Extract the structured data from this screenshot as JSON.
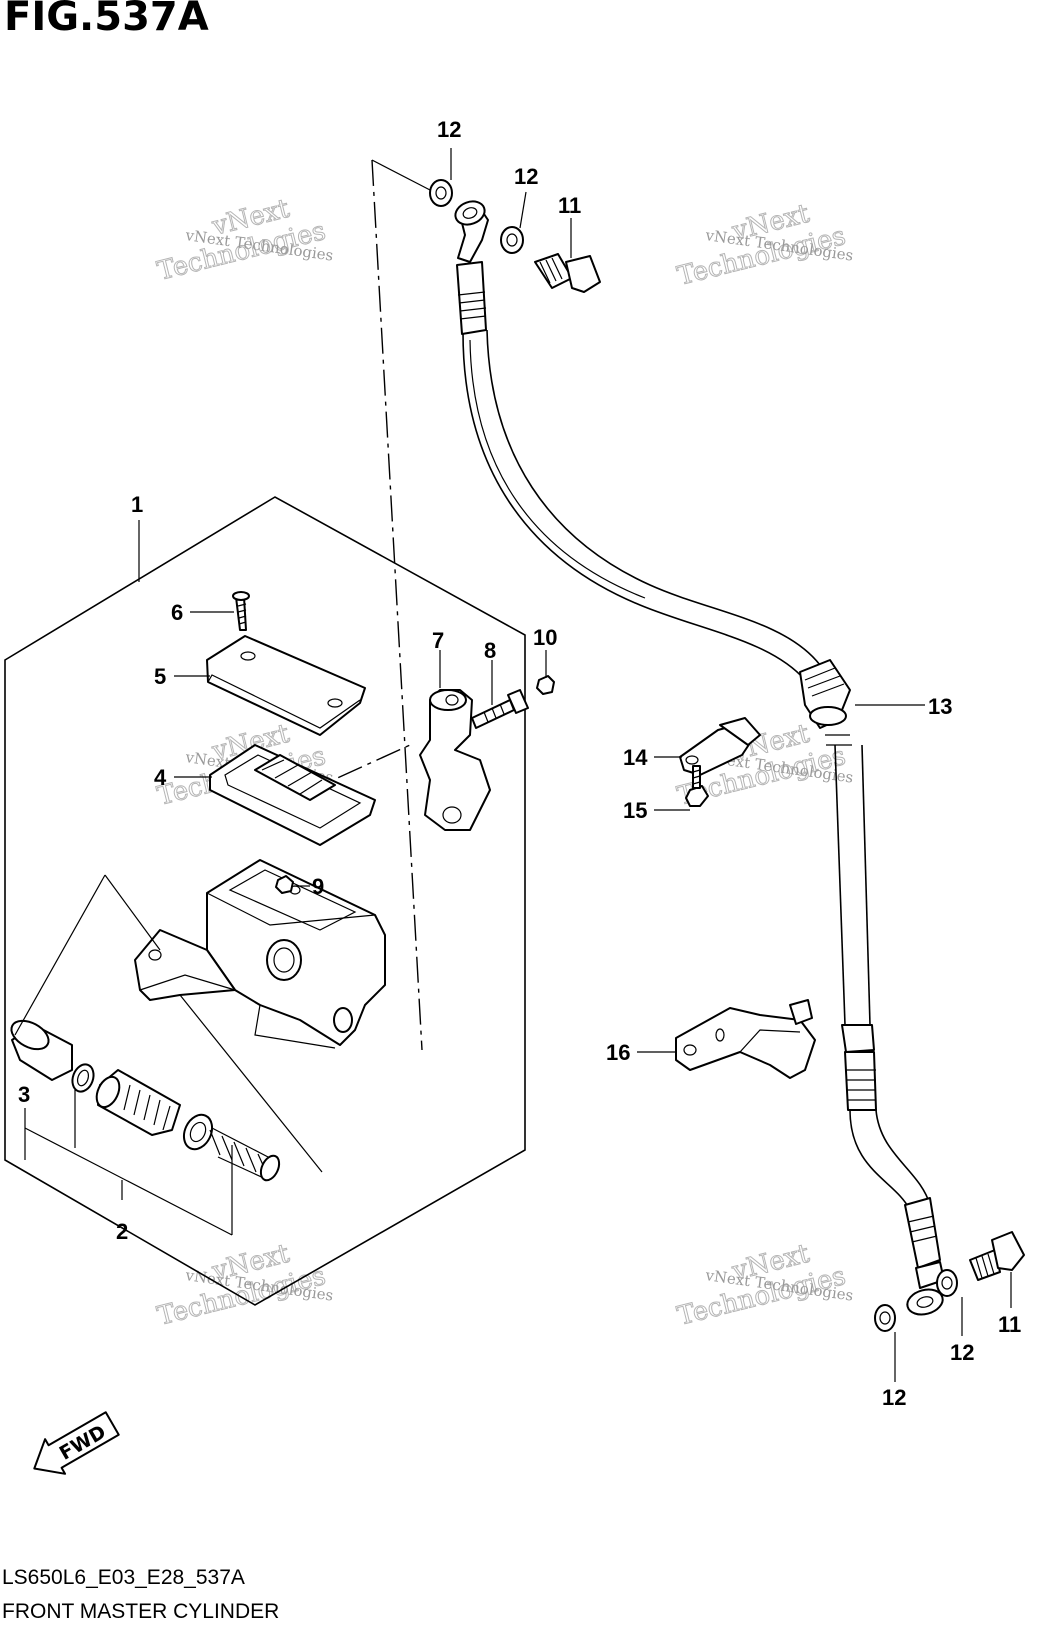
{
  "title": "FIG.537A",
  "footer": {
    "code": "LS650L6_E03_E28_537A",
    "name": "FRONT MASTER CYLINDER"
  },
  "fwd_label": "FWD",
  "watermark": {
    "line1": "vNext Technologies",
    "line2": "vNext",
    "line3": "Technologies"
  },
  "callouts": {
    "c1": "1",
    "c2": "2",
    "c3": "3",
    "c4": "4",
    "c5": "5",
    "c6": "6",
    "c7": "7",
    "c8": "8",
    "c9": "9",
    "c10": "10",
    "c11a": "11",
    "c11b": "11",
    "c12a": "12",
    "c12b": "12",
    "c12c": "12",
    "c12d": "12",
    "c13": "13",
    "c14": "14",
    "c15": "15",
    "c16": "16"
  }
}
